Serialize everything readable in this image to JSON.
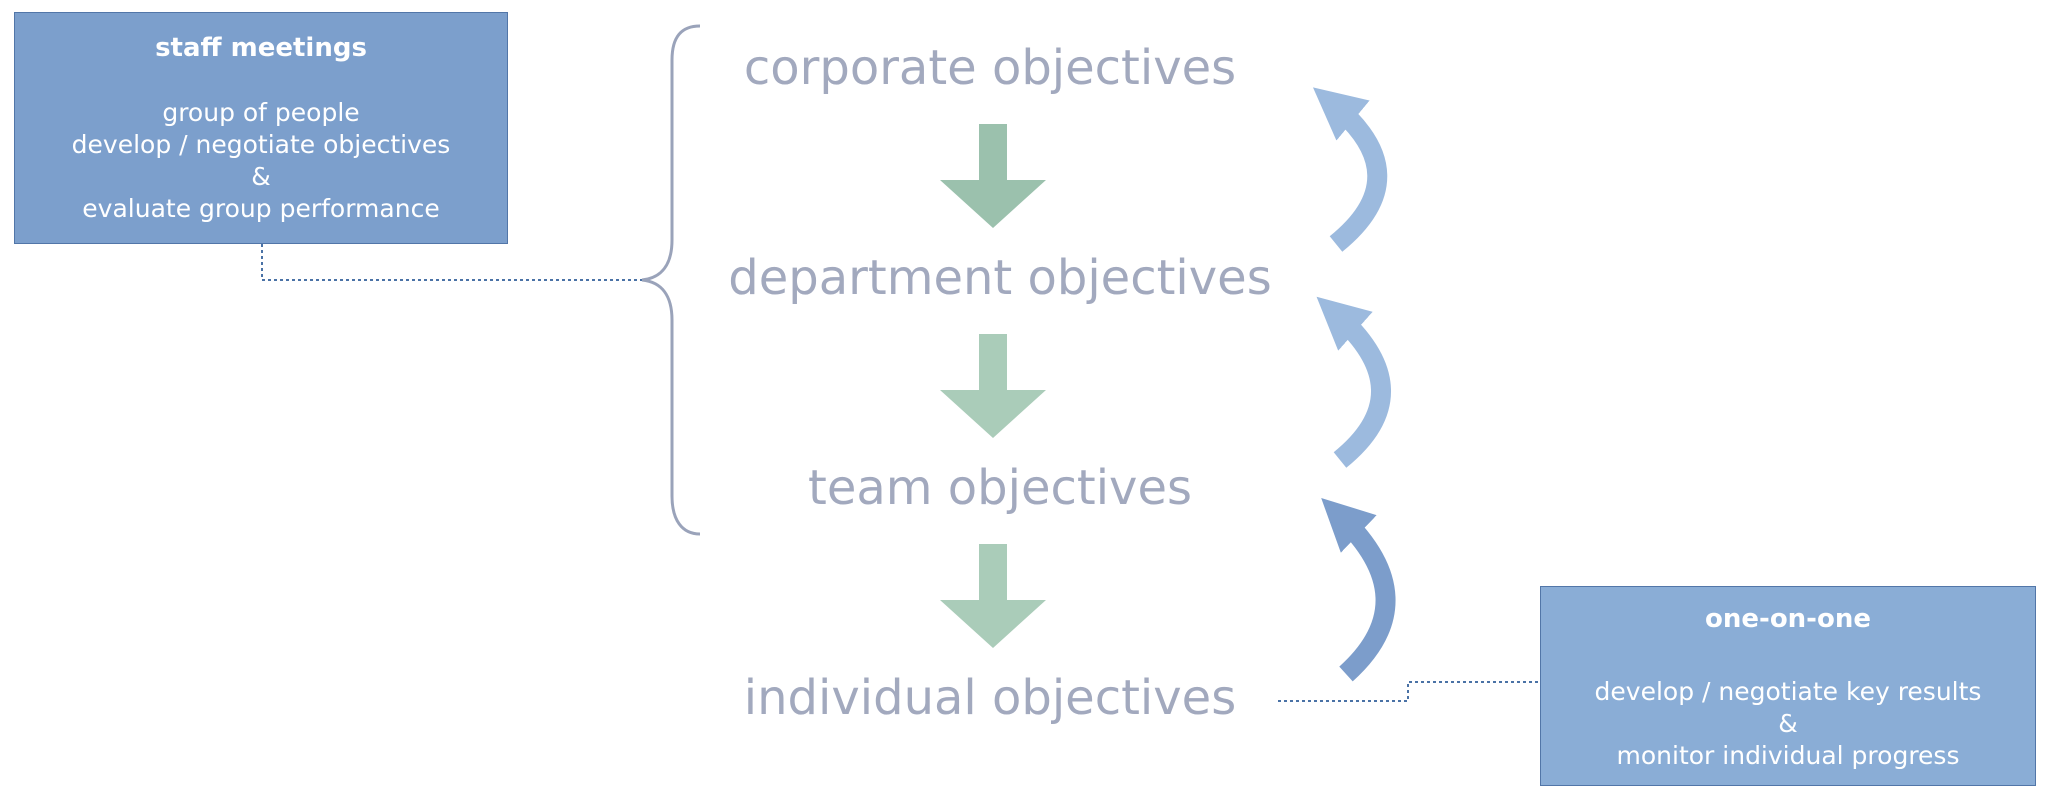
{
  "staff_meetings": {
    "title": "staff meetings",
    "lines": [
      "group of people",
      "develop / negotiate objectives",
      "&",
      "evaluate group performance"
    ]
  },
  "one_on_one": {
    "title": "one-on-one",
    "lines": [
      "develop / negotiate key results",
      "&",
      "monitor individual progress"
    ]
  },
  "objectives": {
    "corporate": "corporate objectives",
    "department": "department objectives",
    "team": "team objectives",
    "individual": "individual objectives"
  },
  "colors": {
    "objective_text": "#a2a9be",
    "down_arrow_1": "#9bc1ad",
    "down_arrow_2_3": "#aaccb9",
    "up_arrow_light": "#9cbade",
    "up_arrow_dark": "#7c9dcb",
    "box_staff": "#7c9fcc",
    "box_oneonone": "#8aadd6",
    "box_border": "#5276a8",
    "brace": "#9aa3ba",
    "connector": "#4a72a6"
  }
}
